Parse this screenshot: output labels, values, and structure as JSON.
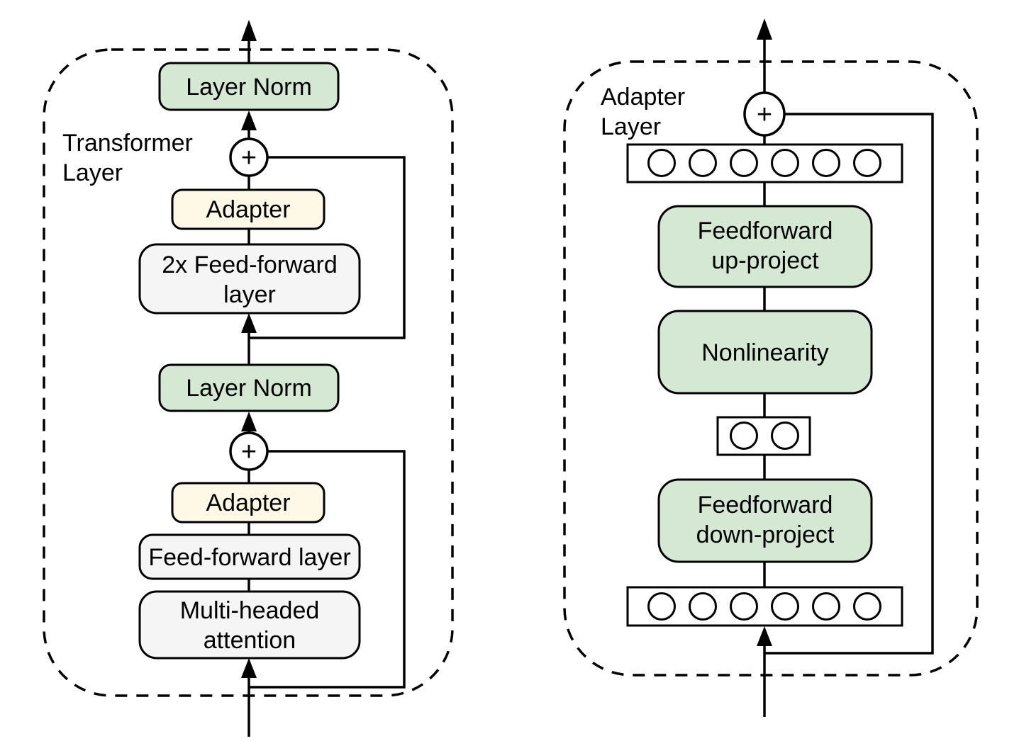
{
  "left": {
    "boundary_label": {
      "line1": "Transformer",
      "line2": "Layer"
    },
    "layer_norm_top": "Layer Norm",
    "add_top": "+",
    "adapter_top": "Adapter",
    "feedforward_2x": {
      "line1": "2x Feed-forward",
      "line2": "layer"
    },
    "layer_norm_bottom": "Layer Norm",
    "add_bottom": "+",
    "adapter_bottom": "Adapter",
    "feedforward_layer": "Feed-forward layer",
    "multi_headed_attention": {
      "line1": "Multi-headed",
      "line2": "attention"
    }
  },
  "right": {
    "boundary_label": {
      "line1": "Adapter",
      "line2": "Layer"
    },
    "add": "+",
    "feedforward_up": {
      "line1": "Feedforward",
      "line2": "up-project"
    },
    "nonlinearity": "Nonlinearity",
    "feedforward_down": {
      "line1": "Feedforward",
      "line2": "down-project"
    },
    "feature_counts": {
      "top_row": 6,
      "bottleneck": 2,
      "bottom_row": 6
    }
  },
  "colors": {
    "box_green": "#D5E8D4",
    "box_gray": "#F5F5F5",
    "box_yellow": "#FDF9E6",
    "panel_yellow": "#FEFBEE",
    "stroke": "#000000",
    "canvas": "#FFFFFF"
  }
}
